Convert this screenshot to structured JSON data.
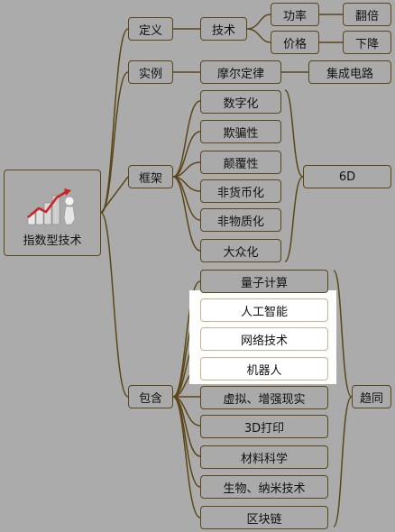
{
  "root": {
    "label": "指数型技术"
  },
  "branches": {
    "definition": {
      "label": "定义",
      "tech": "技术",
      "power": "功率",
      "double": "翻倍",
      "price": "价格",
      "decrease": "下降"
    },
    "example": {
      "label": "实例",
      "moore": "摩尔定律",
      "ic": "集成电路"
    },
    "framework": {
      "label": "框架",
      "summary": "6D",
      "items": [
        "数字化",
        "欺骗性",
        "颠覆性",
        "非货币化",
        "非物质化",
        "大众化"
      ]
    },
    "include": {
      "label": "包含",
      "trend": "趋同",
      "items": [
        "量子计算",
        "人工智能",
        "网络技术",
        "机器人",
        "虚拟、增强现实",
        "3D打印",
        "材料科学",
        "生物、纳米技术",
        "区块链"
      ]
    }
  },
  "colors": {
    "background": "#ababab",
    "line": "#5b4617",
    "highlight": "#ffffff",
    "arrow": "#cc2222"
  }
}
